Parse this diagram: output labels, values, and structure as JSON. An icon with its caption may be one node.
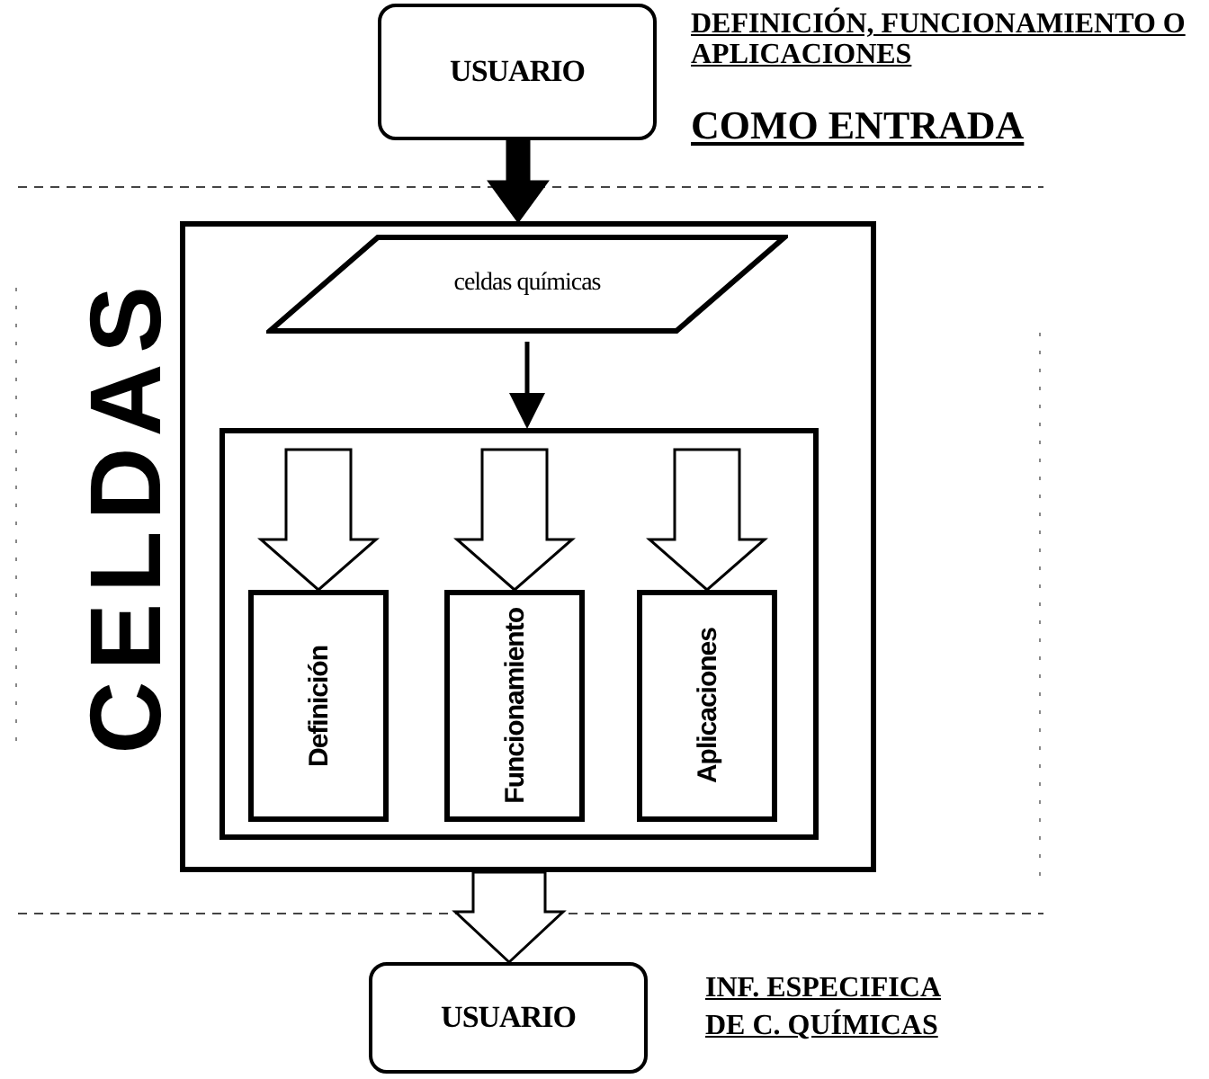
{
  "diagram": {
    "nodes": [
      {
        "text": [
          "USUARIO"
        ],
        "beside": [
          "DEFINICIÓN, FUNCIONAMIENTO O APLICACIONES",
          "COMO ENTRADA"
        ]
      },
      {
        "text": [
          "CELDAS"
        ]
      },
      {
        "text": [
          "celdas químicas"
        ],
        "in": 1
      },
      {
        "text": [],
        "shape": "box",
        "in": 1
      },
      {
        "text": [
          "Definición"
        ],
        "in": 3
      },
      {
        "text": [
          "Funcionamiento"
        ],
        "in": 3
      },
      {
        "text": [
          "Aplicaciones"
        ],
        "in": 3
      },
      {
        "text": [
          "USUARIO"
        ],
        "beside": [
          "INF. ESPECIFICA",
          "DE C. QUÍMICAS"
        ]
      }
    ],
    "edges": [
      {
        "from": 0,
        "to": 1,
        "arrow": "to",
        "style": "thick",
        "color": "#000000"
      },
      {
        "from": 2,
        "to": 3,
        "arrow": "to"
      },
      {
        "from": 3,
        "to": 4,
        "arrow": "to",
        "style": "thick"
      },
      {
        "from": 3,
        "to": 5,
        "arrow": "to",
        "style": "thick"
      },
      {
        "from": 3,
        "to": 6,
        "arrow": "to",
        "style": "thick"
      },
      {
        "from": 1,
        "to": 7,
        "arrow": "to",
        "style": "thick"
      }
    ]
  }
}
